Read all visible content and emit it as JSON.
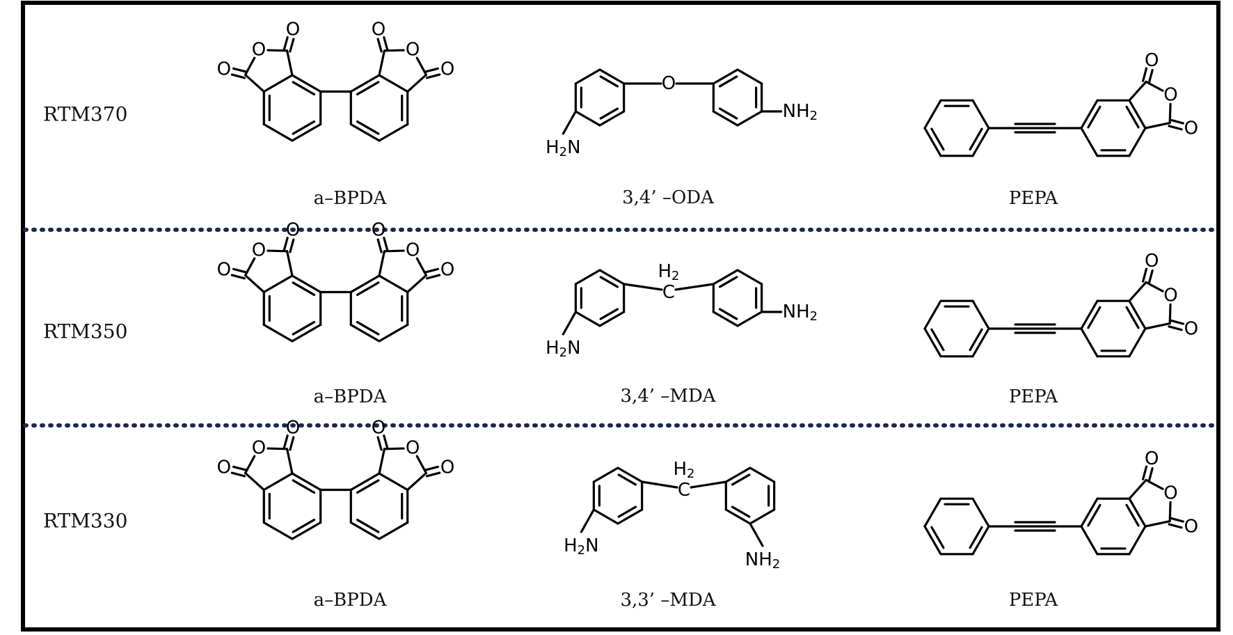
{
  "rows": [
    {
      "label": "RTM370",
      "dianhydride": "a–BPDA",
      "diamine": "3,4’ –ODA",
      "diamine_type": "oda",
      "endcap": "PEPA"
    },
    {
      "label": "RTM350",
      "dianhydride": "a–BPDA",
      "diamine": "3,4’ –MDA",
      "diamine_type": "mda34",
      "endcap": "PEPA"
    },
    {
      "label": "RTM330",
      "dianhydride": "a–BPDA",
      "diamine": "3,3’ –MDA",
      "diamine_type": "mda33",
      "endcap": "PEPA"
    }
  ],
  "atoms": {
    "O": "O",
    "N": "N",
    "H": "H",
    "C": "C",
    "sub2": "2"
  },
  "colors": {
    "frame": "#000000",
    "separator": "#1a2a4a"
  }
}
